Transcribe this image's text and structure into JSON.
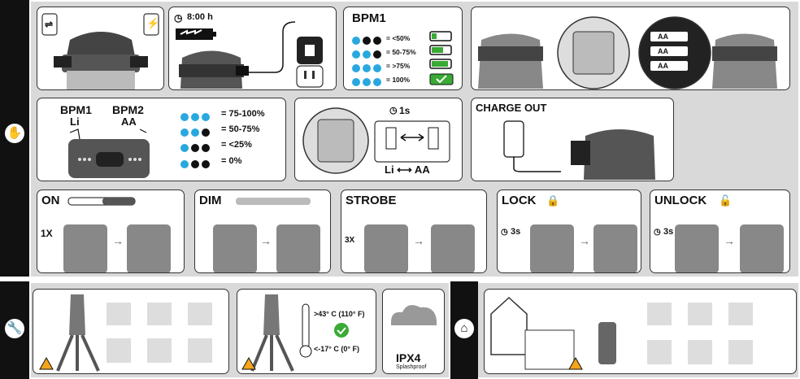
{
  "battery_section": {
    "time": "8:00 h",
    "bpm1_title": "BPM1",
    "bpm1_levels": [
      "= <50%",
      "= 50-75%",
      "= >75%",
      "= 100%"
    ],
    "levels_title_1": "BPM1",
    "levels_sub_1": "Li",
    "levels_title_2": "BPM2",
    "levels_sub_2": "AA",
    "levels": [
      "= 75-100%",
      "= 50-75%",
      "= <25%",
      "= 0%"
    ],
    "swap_time": "1s",
    "swap_caption": "Li ⟷ AA",
    "aa_labels": [
      "AA",
      "AA",
      "AA"
    ],
    "charge_out": "CHARGE OUT"
  },
  "modes": [
    {
      "label": "ON",
      "count": "1X"
    },
    {
      "label": "DIM",
      "count": ""
    },
    {
      "label": "STROBE",
      "count": "3X"
    },
    {
      "label": "LOCK",
      "count": "3s"
    },
    {
      "label": "UNLOCK",
      "count": "3s"
    }
  ],
  "temperature": {
    "high": ">43° C (110° F)",
    "low": "<-17° C (0° F)"
  },
  "ipx": {
    "rating": "IPX4",
    "sub": "Splashproof"
  },
  "colors": {
    "accent_blue": "#29a8e0",
    "warning_yellow": "#f4a51c",
    "check_green": "#3aaa35",
    "band_gray": "#d9d9d9"
  },
  "icons": [
    "hand-icon",
    "wrench-icon",
    "home-icon",
    "warning-icon",
    "clock-icon",
    "usb-icon",
    "lightning-icon",
    "lock-icon",
    "unlock-icon",
    "check-icon",
    "battery-icon"
  ]
}
